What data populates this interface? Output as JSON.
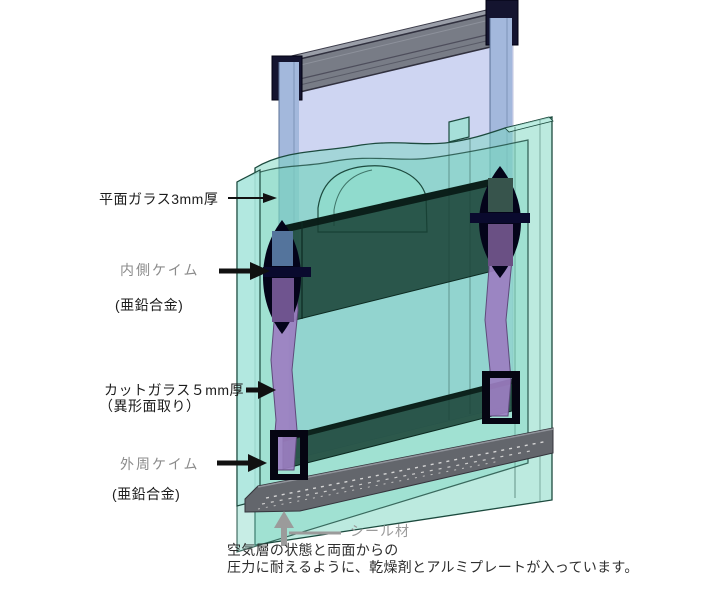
{
  "diagram": {
    "labels": {
      "flat_glass": "平面ガラス3mm厚",
      "inner_came": "内側ケイム",
      "inner_came_sub": "(亜鉛合金)",
      "cut_glass": "カットガラス５mm厚",
      "cut_glass_sub": "（異形面取り）",
      "outer_came": "外周ケイム",
      "outer_came_sub": "(亜鉛合金)",
      "seal": "シール材"
    },
    "caption": {
      "line1": "空気層の状態と両面からの",
      "line2": "圧力に耐えるように、乾燥剤とアルミプレートが入っています。"
    },
    "colors": {
      "flat_glass_blue": "#cbd3f1",
      "glass_edge_blue": "#a3b8dc",
      "cut_glass_teal": "#7ed5c2",
      "dark_band_green": "#174034",
      "came_purple": "#9c7ec1",
      "came_black": "#04041a",
      "frame_gray": "#787c86",
      "cap_navy": "#14142f",
      "seal_gray": "#63666c",
      "label_gray": "#8c8c8c",
      "arrow_gray": "#9b9b9b",
      "text_black": "#1c1c1c"
    }
  }
}
